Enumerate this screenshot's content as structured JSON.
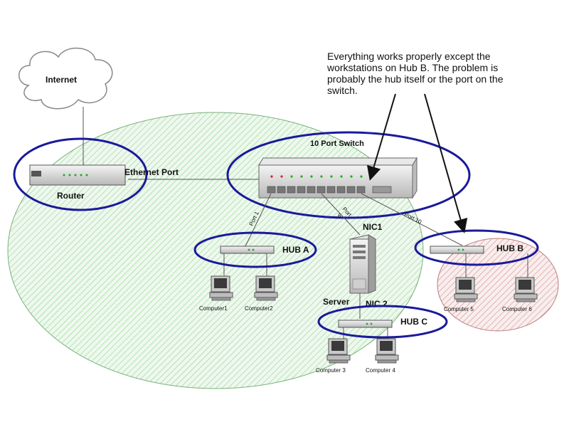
{
  "annotation": {
    "text": "Everything works properly except the\nworkstations on Hub B.  The problem is\nprobably the hub itself or the port on the\nswitch."
  },
  "labels": {
    "internet": "Internet",
    "router": "Router",
    "ethernet_port": "Ethernet Port",
    "switch": "10 Port Switch",
    "port1": "Port 1",
    "port6_a": "Port",
    "port6_b": "6",
    "port10": "Port 10",
    "nic1": "NIC1",
    "nic2": "NIC 2",
    "server": "Server",
    "hub_a": "HUB A",
    "hub_b": "HUB B",
    "hub_c": "HUB C",
    "computer1": "Computer1",
    "computer2": "Computer2",
    "computer3": "Computer 3",
    "computer4": "Computer 4",
    "computer5": "Computer 5",
    "computer6": "Computer 6"
  },
  "colors": {
    "highlight_ring": "#1a1a9a",
    "network_area": "#8fd48f",
    "problem_area": "#d48f8f"
  }
}
